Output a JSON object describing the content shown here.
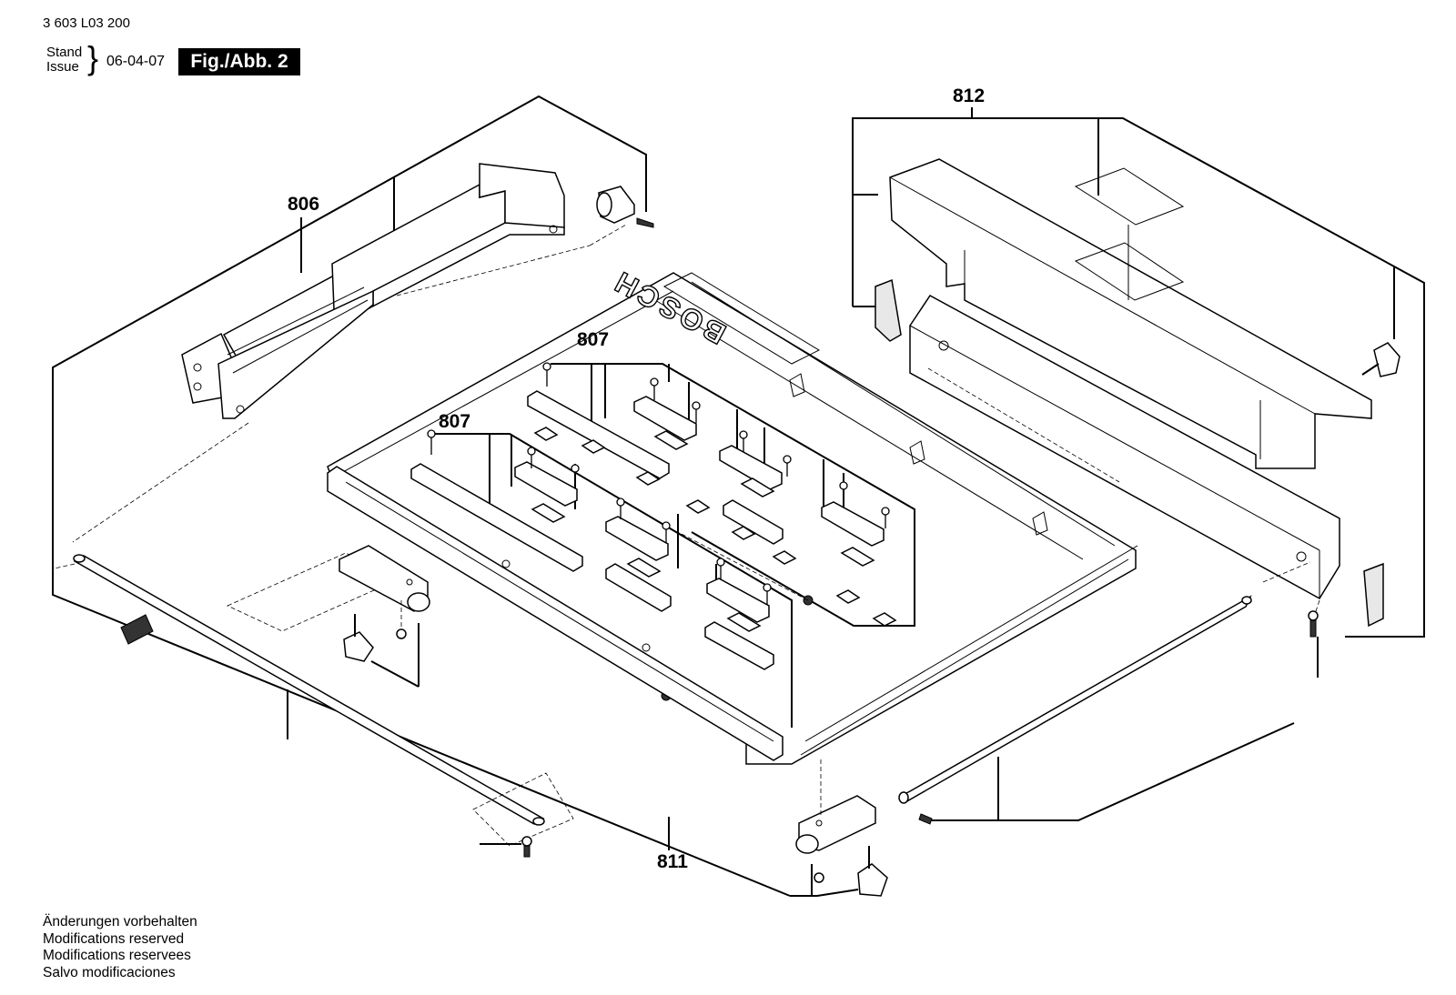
{
  "header": {
    "part_number": "3 603 L03 200",
    "stand_label": "Stand",
    "issue_label": "Issue",
    "date": "06-04-07",
    "figure_label": "Fig./Abb. 2"
  },
  "callouts": {
    "c806": "806",
    "c807a": "807",
    "c807b": "807",
    "c811": "811",
    "c812": "812"
  },
  "drawing": {
    "brand_text": "BOSCH"
  },
  "footer": {
    "lines": [
      "Änderungen vorbehalten",
      "Modifications reserved",
      "Modifications reservees",
      "Salvo modificaciones"
    ]
  }
}
